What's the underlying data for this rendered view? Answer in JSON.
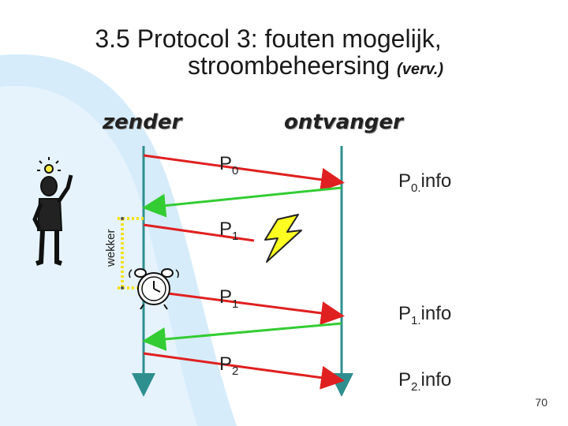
{
  "title": {
    "line1": "3.5 Protocol 3: fouten mogelijk,",
    "line2": "stroombeheersing",
    "line2_suffix": "(verv.)"
  },
  "roles": {
    "sender": "zender",
    "receiver": "ontvanger"
  },
  "timer_label": "wekker",
  "packets": [
    {
      "name": "P",
      "sub": "0"
    },
    {
      "name": "P",
      "sub": "1"
    },
    {
      "name": "P",
      "sub": "1"
    },
    {
      "name": "P",
      "sub": "2"
    }
  ],
  "deliveries": [
    {
      "name": "P",
      "sub": "0.",
      "suffix": "info"
    },
    {
      "name": "P",
      "sub": "1.",
      "suffix": "info"
    },
    {
      "name": "P",
      "sub": "2.",
      "suffix": "info"
    }
  ],
  "page_number": "70",
  "colors": {
    "timeline": "#2f8f8f",
    "data_arrow": "#e02020",
    "ack_arrow": "#33cc33",
    "timer": "#ffee33",
    "lightning": "#ffff22",
    "background_swoosh": "#cfe8f8"
  },
  "icons": [
    "person-idea-icon",
    "alarm-clock-icon",
    "lightning-bolt-icon"
  ]
}
